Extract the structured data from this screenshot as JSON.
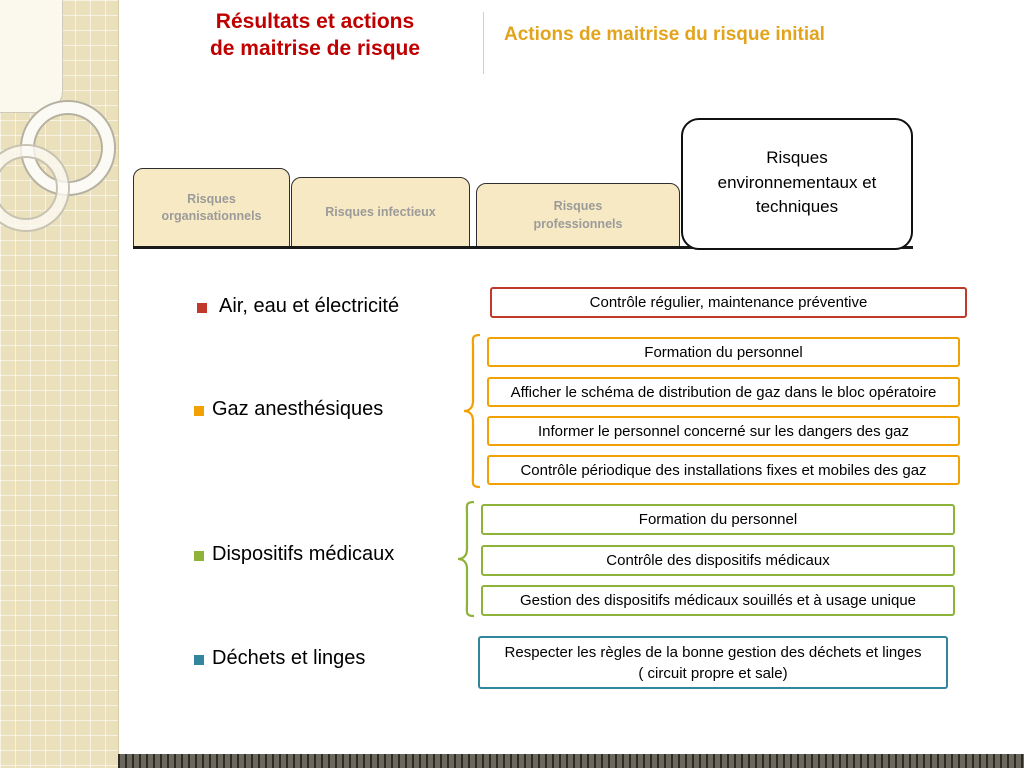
{
  "slide": {
    "title_line1": "Résultats et actions",
    "title_line2": "de maitrise de risque",
    "subtitle": "Actions de maitrise du risque initial"
  },
  "tabs": [
    {
      "label": "Risques organisationnels",
      "active": false
    },
    {
      "label": "Risques infectieux",
      "active": false
    },
    {
      "label": "Risques professionnels",
      "active": false
    },
    {
      "label": "Risques environnementaux et techniques",
      "active": true
    }
  ],
  "colors": {
    "title_red": "#c00000",
    "subtitle_orange": "#e3a41d",
    "tab_fill": "#f8e9c5",
    "electricity_red": "#c0392b",
    "gas_orange": "#f2a104",
    "devices_green": "#8db33a",
    "waste_teal": "#31859c"
  },
  "sections": [
    {
      "bullet": "Air, eau et électricité",
      "color": "#c0392b",
      "boxes": [
        "Contrôle  régulier,  maintenance préventive"
      ]
    },
    {
      "bullet": "Gaz anesthésiques",
      "color": "#f2a104",
      "boxes": [
        "Formation du personnel",
        "Afficher le schéma de distribution de gaz dans le bloc opératoire",
        "Informer le personnel concerné sur les dangers des gaz",
        "Contrôle périodique des installations fixes et mobiles des gaz"
      ]
    },
    {
      "bullet": "Dispositifs médicaux",
      "color": "#8db33a",
      "boxes": [
        "Formation du personnel",
        "Contrôle  des dispositifs médicaux",
        "Gestion des dispositifs médicaux souillés et à usage unique"
      ]
    },
    {
      "bullet": "Déchets et linges",
      "color": "#31859c",
      "boxes": [
        "Respecter  les règles de la bonne gestion des déchets et linges\n( circuit propre et sale)"
      ]
    }
  ]
}
